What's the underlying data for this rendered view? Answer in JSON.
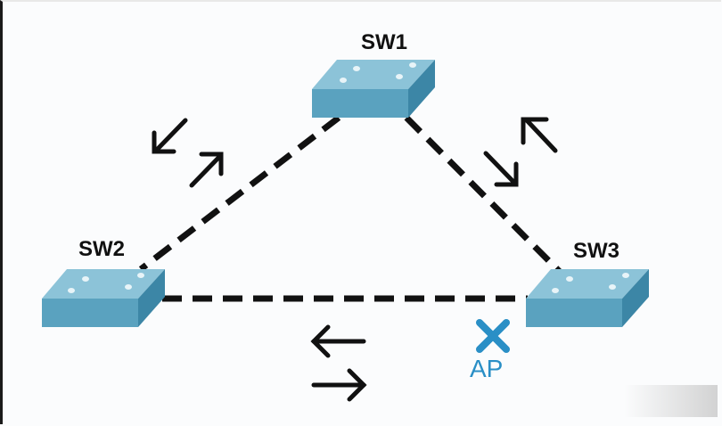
{
  "diagram": {
    "switches": [
      {
        "id": "sw1",
        "label": "SW1"
      },
      {
        "id": "sw2",
        "label": "SW2"
      },
      {
        "id": "sw3",
        "label": "SW3"
      }
    ],
    "links": [
      {
        "from": "SW1",
        "to": "SW2",
        "style": "dashed"
      },
      {
        "from": "SW1",
        "to": "SW3",
        "style": "dashed"
      },
      {
        "from": "SW2",
        "to": "SW3",
        "style": "dashed"
      }
    ],
    "blocked_port": {
      "label": "AP",
      "marker": "x-icon",
      "color": "#2a8fc6"
    },
    "colors": {
      "switch_top": "#8cc3d8",
      "switch_front": "#5aa2bf",
      "switch_side": "#3c86a6",
      "link": "#111111"
    }
  }
}
